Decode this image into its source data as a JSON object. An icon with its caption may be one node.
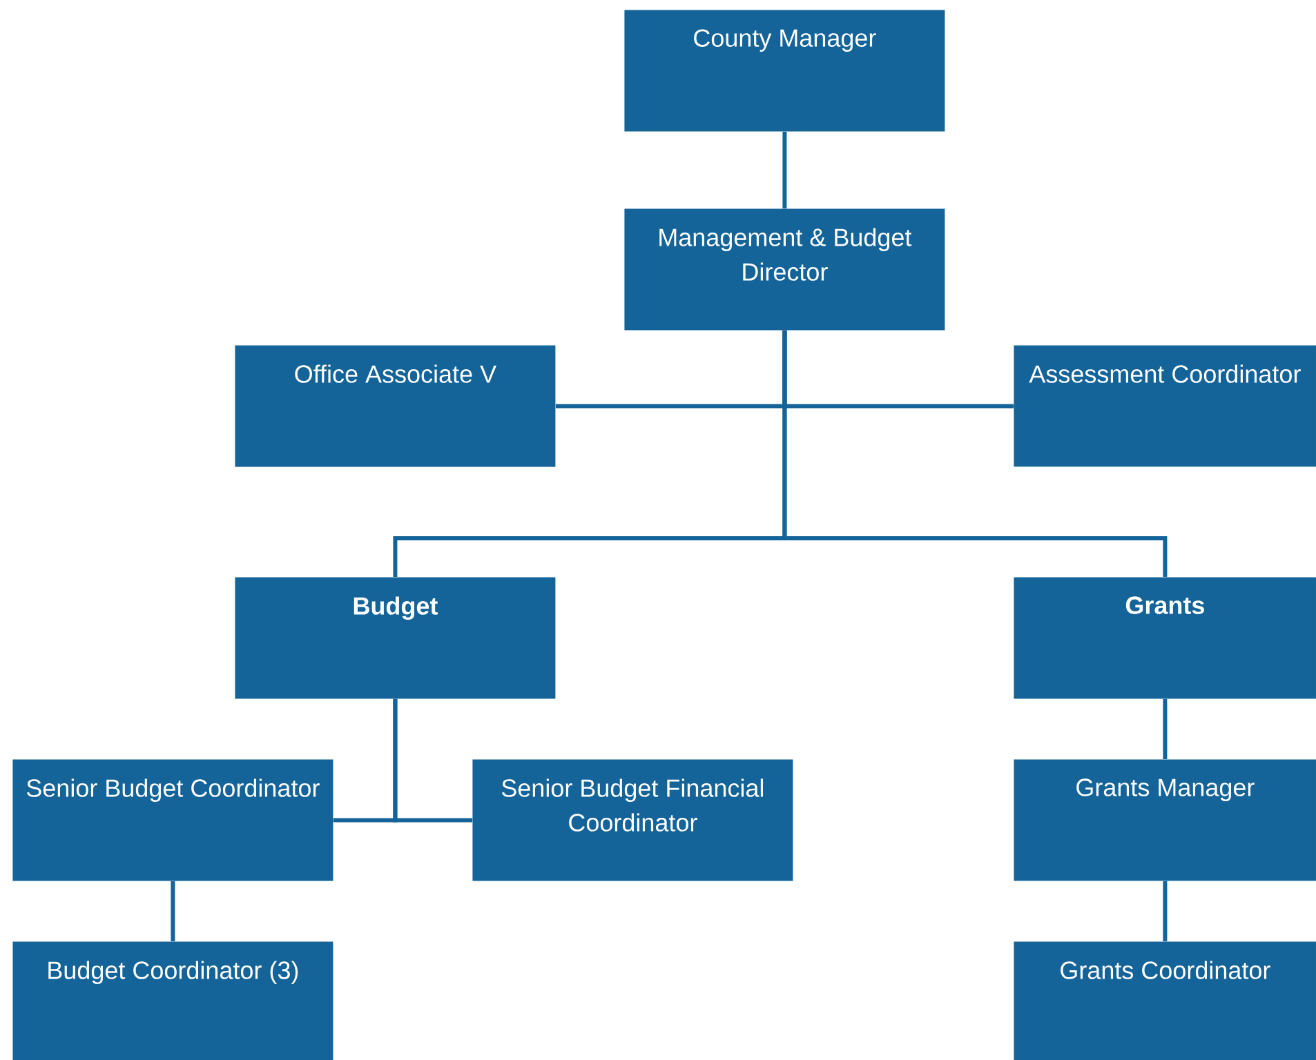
{
  "diagram": {
    "nodes": [
      {
        "text": [
          "County Manager"
        ]
      },
      {
        "text": [
          "Management & Budget Director"
        ]
      },
      {
        "text": [
          "Office Associate V"
        ]
      },
      {
        "text": [
          "Assessment Coordinator"
        ]
      },
      {
        "text": [
          "Budget"
        ]
      },
      {
        "text": [
          "Grants"
        ]
      },
      {
        "text": [
          "Senior Budget Coordinator"
        ]
      },
      {
        "text": [
          "Senior Budget Financial Coordinator"
        ]
      },
      {
        "text": [
          "Grants Manager"
        ]
      },
      {
        "text": [
          "Budget Coordinator (3)"
        ]
      },
      {
        "text": [
          "Grants Coordinator"
        ]
      }
    ],
    "edges": [
      {
        "from": 0,
        "to": 1,
        "arrow": "none"
      },
      {
        "from": 1,
        "to": 2,
        "arrow": "none"
      },
      {
        "from": 1,
        "to": 3,
        "arrow": "none"
      },
      {
        "from": 1,
        "to": 4,
        "arrow": "none"
      },
      {
        "from": 1,
        "to": 5,
        "arrow": "none"
      },
      {
        "from": 4,
        "to": 6,
        "arrow": "none"
      },
      {
        "from": 4,
        "to": 7,
        "arrow": "none"
      },
      {
        "from": 5,
        "to": 8,
        "arrow": "none"
      },
      {
        "from": 6,
        "to": 9,
        "arrow": "none"
      },
      {
        "from": 8,
        "to": 10,
        "arrow": "none"
      }
    ]
  }
}
